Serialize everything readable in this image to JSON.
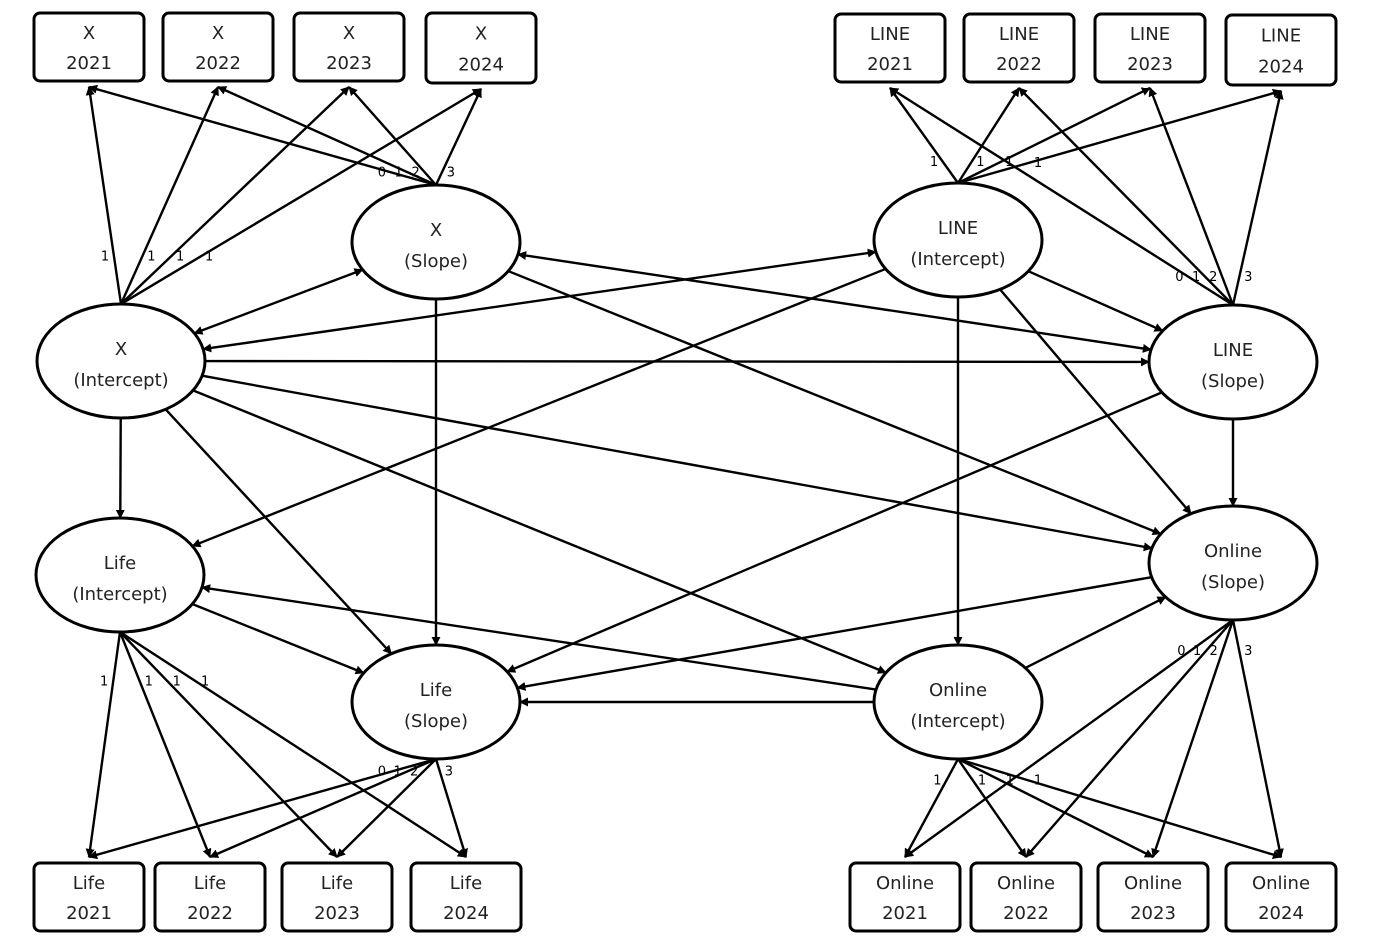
{
  "boxes": [
    {
      "id": "x2021",
      "line1": "X",
      "line2": "2021"
    },
    {
      "id": "x2022",
      "line1": "X",
      "line2": "2022"
    },
    {
      "id": "x2023",
      "line1": "X",
      "line2": "2023"
    },
    {
      "id": "x2024",
      "line1": "X",
      "line2": "2024"
    },
    {
      "id": "line2021",
      "line1": "LINE",
      "line2": "2021"
    },
    {
      "id": "line2022",
      "line1": "LINE",
      "line2": "2022"
    },
    {
      "id": "line2023",
      "line1": "LINE",
      "line2": "2023"
    },
    {
      "id": "line2024",
      "line1": "LINE",
      "line2": "2024"
    },
    {
      "id": "life2021",
      "line1": "Life",
      "line2": "2021"
    },
    {
      "id": "life2022",
      "line1": "Life",
      "line2": "2022"
    },
    {
      "id": "life2023",
      "line1": "Life",
      "line2": "2023"
    },
    {
      "id": "life2024",
      "line1": "Life",
      "line2": "2024"
    },
    {
      "id": "online2021",
      "line1": "Online",
      "line2": "2021"
    },
    {
      "id": "online2022",
      "line1": "Online",
      "line2": "2022"
    },
    {
      "id": "online2023",
      "line1": "Online",
      "line2": "2023"
    },
    {
      "id": "online2024",
      "line1": "Online",
      "line2": "2024"
    }
  ],
  "ellipses": [
    {
      "id": "xInt",
      "line1": "X",
      "line2": "(Intercept)"
    },
    {
      "id": "xSlope",
      "line1": "X",
      "line2": "(Slope)"
    },
    {
      "id": "lineInt",
      "line1": "LINE",
      "line2": "(Intercept)"
    },
    {
      "id": "lineSlope",
      "line1": "LINE",
      "line2": "(Slope)"
    },
    {
      "id": "lifeInt",
      "line1": "Life",
      "line2": "(Intercept)"
    },
    {
      "id": "lifeSlope",
      "line1": "Life",
      "line2": "(Slope)"
    },
    {
      "id": "onlineInt",
      "line1": "Online",
      "line2": "(Intercept)"
    },
    {
      "id": "onlineSlope",
      "line1": "Online",
      "line2": "(Slope)"
    }
  ],
  "loadings": [
    {
      "from": "xInt",
      "to": "x2021",
      "label": "1"
    },
    {
      "from": "xInt",
      "to": "x2022",
      "label": "1"
    },
    {
      "from": "xInt",
      "to": "x2023",
      "label": "1"
    },
    {
      "from": "xInt",
      "to": "x2024",
      "label": "1"
    },
    {
      "from": "xSlope",
      "to": "x2021",
      "label": "0"
    },
    {
      "from": "xSlope",
      "to": "x2022",
      "label": "1"
    },
    {
      "from": "xSlope",
      "to": "x2023",
      "label": "2"
    },
    {
      "from": "xSlope",
      "to": "x2024",
      "label": "3"
    },
    {
      "from": "lineInt",
      "to": "line2021",
      "label": "1"
    },
    {
      "from": "lineInt",
      "to": "line2022",
      "label": "1"
    },
    {
      "from": "lineInt",
      "to": "line2023",
      "label": "1"
    },
    {
      "from": "lineInt",
      "to": "line2024",
      "label": "1"
    },
    {
      "from": "lineSlope",
      "to": "line2021",
      "label": "0"
    },
    {
      "from": "lineSlope",
      "to": "line2022",
      "label": "1"
    },
    {
      "from": "lineSlope",
      "to": "line2023",
      "label": "2"
    },
    {
      "from": "lineSlope",
      "to": "line2024",
      "label": "3"
    },
    {
      "from": "lifeInt",
      "to": "life2021",
      "label": "1"
    },
    {
      "from": "lifeInt",
      "to": "life2022",
      "label": "1"
    },
    {
      "from": "lifeInt",
      "to": "life2023",
      "label": "1"
    },
    {
      "from": "lifeInt",
      "to": "life2024",
      "label": "1"
    },
    {
      "from": "lifeSlope",
      "to": "life2021",
      "label": "0"
    },
    {
      "from": "lifeSlope",
      "to": "life2022",
      "label": "1"
    },
    {
      "from": "lifeSlope",
      "to": "life2023",
      "label": "2"
    },
    {
      "from": "lifeSlope",
      "to": "life2024",
      "label": "3"
    },
    {
      "from": "onlineInt",
      "to": "online2021",
      "label": "1"
    },
    {
      "from": "onlineInt",
      "to": "online2022",
      "label": "1"
    },
    {
      "from": "onlineInt",
      "to": "online2023",
      "label": "1"
    },
    {
      "from": "onlineInt",
      "to": "online2024",
      "label": "1"
    },
    {
      "from": "onlineSlope",
      "to": "online2021",
      "label": "0"
    },
    {
      "from": "onlineSlope",
      "to": "online2022",
      "label": "1"
    },
    {
      "from": "onlineSlope",
      "to": "online2023",
      "label": "2"
    },
    {
      "from": "onlineSlope",
      "to": "online2024",
      "label": "3"
    }
  ],
  "paths": [
    {
      "from": "xInt",
      "to": "xSlope",
      "type": "double"
    },
    {
      "from": "xInt",
      "to": "lineInt",
      "type": "double"
    },
    {
      "from": "xSlope",
      "to": "lineSlope",
      "type": "double"
    },
    {
      "from": "lineInt",
      "to": "lineSlope",
      "type": "single"
    },
    {
      "from": "xInt",
      "to": "lineSlope",
      "type": "single"
    },
    {
      "from": "xInt",
      "to": "lifeInt",
      "type": "single"
    },
    {
      "from": "xInt",
      "to": "lifeSlope",
      "type": "single"
    },
    {
      "from": "xInt",
      "to": "onlineInt",
      "type": "single"
    },
    {
      "from": "xInt",
      "to": "onlineSlope",
      "type": "single"
    },
    {
      "from": "xSlope",
      "to": "lifeSlope",
      "type": "single"
    },
    {
      "from": "xSlope",
      "to": "onlineSlope",
      "type": "single"
    },
    {
      "from": "lineInt",
      "to": "lifeInt",
      "type": "single"
    },
    {
      "from": "lineInt",
      "to": "onlineInt",
      "type": "single"
    },
    {
      "from": "lineInt",
      "to": "onlineSlope",
      "type": "single"
    },
    {
      "from": "lineSlope",
      "to": "lifeSlope",
      "type": "single"
    },
    {
      "from": "lineSlope",
      "to": "onlineSlope",
      "type": "single"
    },
    {
      "from": "lifeInt",
      "to": "lifeSlope",
      "type": "single"
    },
    {
      "from": "onlineInt",
      "to": "lifeInt",
      "type": "single"
    },
    {
      "from": "onlineInt",
      "to": "lifeSlope",
      "type": "single"
    },
    {
      "from": "onlineSlope",
      "to": "lifeSlope",
      "type": "single"
    },
    {
      "from": "onlineInt",
      "to": "onlineSlope",
      "type": "single"
    }
  ]
}
